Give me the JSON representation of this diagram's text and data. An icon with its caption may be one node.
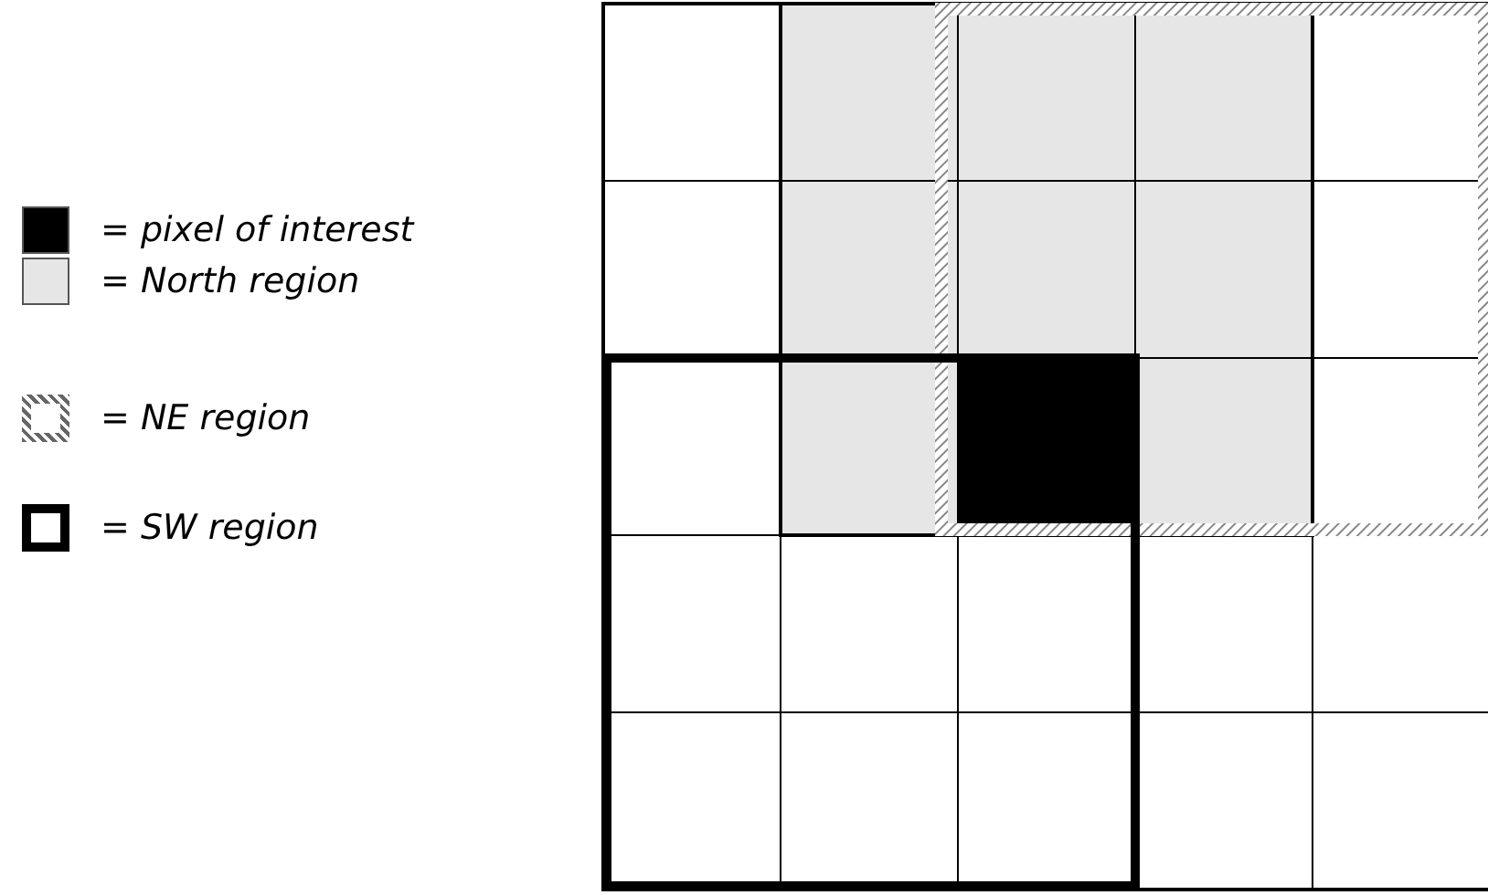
{
  "diagram": {
    "legend": [
      {
        "text": "= pixel of interest",
        "color": "#000000"
      },
      {
        "text": "= North region",
        "color": "#e6e6e6"
      },
      {
        "text": "= NE region"
      },
      {
        "text": "= SW region"
      }
    ]
  }
}
